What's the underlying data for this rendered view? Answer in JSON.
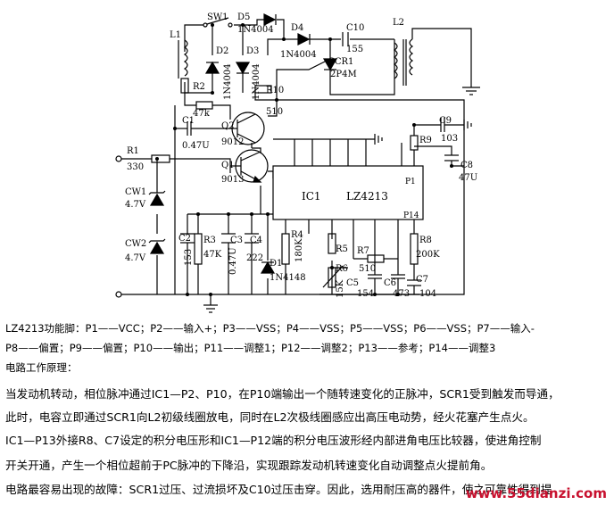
{
  "components": {
    "sw1": "SW1",
    "d5": "D5",
    "d5_part": "1N4004",
    "d4": "D4",
    "d4_part": "1N4004",
    "c10": "C10",
    "c10_val": "155",
    "l1": "L1",
    "l2": "L2",
    "d2": "D2",
    "d3": "D3",
    "d2_part": "1N4004",
    "d3_part": "1N4004",
    "scr1": "SCR1",
    "scr1_part": "2P4M",
    "r2": "R2",
    "r10": "R10",
    "r10_val": "510",
    "c1": "C1",
    "r_47k": "47k",
    "q2": "Q2",
    "q2_part": "9012",
    "c1_val": "0.47U",
    "c9": "C9",
    "c9_val": "103",
    "r9": "R9",
    "c8": "C8",
    "c8_val": "47U",
    "r1": "R1",
    "r1_val": "330",
    "q1": "Q1",
    "q1_part": "9013",
    "ic1": "IC1",
    "ic_part": "LZ4213",
    "p1": "P1",
    "p14": "P14",
    "cw1": "CW1",
    "cw1_val": "4.7V",
    "cw2": "CW2",
    "cw2_val": "4.7V",
    "c2": "C2",
    "c2_val": "153",
    "r3": "R3",
    "r3_val": "47K",
    "c3": "C3",
    "c3_val": "0.47U",
    "c4": "C4",
    "c4_val": "222",
    "r4": "R4",
    "r4_val": "180K",
    "d1": "D1",
    "d1_part": "1N4148",
    "r5": "R5",
    "r6": "R6",
    "r6_val": "15K",
    "r7": "R7",
    "r7_val": "510",
    "c5": "C5",
    "c5_val": "154",
    "c6": "C6",
    "c6_val": "473",
    "c7": "C7",
    "c7_val": "104",
    "r8": "R8",
    "r8_val": "200K"
  },
  "text": {
    "line1": "LZ4213功能脚：P1——VCC；P2——输入+；P3——VSS；P4——VSS；P5——VSS；P6——VSS；P7——输入-",
    "line2": "P8——偏置；P9——偏置；P10——输出；P11——调整1；P12——调整2；P13——参考；P14——调整3",
    "line3": "电路工作原理：",
    "line4": "当发动机转动，相位脉冲通过IC1—P2、P10，在P10端输出一个随转速变化的正脉冲，SCR1受到触发而导通，",
    "line5": "此时，电容立即通过SCR1向L2初级线圈放电，同时在L2次极线圈感应出高压电动势，经火花塞产生点火。",
    "line6": "IC1—P13外接R8、C7设定的积分电压形和IC1—P12端的积分电压波形经内部进角电压比较器，使进角控制",
    "line7": "开关开通，产生一个相位超前于PC脉冲的下降沿，实现跟踪发动机转速变化自动调整点火提前角。",
    "line8": "电路最容易出现的故障：SCR1过压、过流损坏及C10过压击穿。因此，选用耐压高的器件，使之可靠性得到提"
  },
  "watermark": "www.55dianzi.com"
}
